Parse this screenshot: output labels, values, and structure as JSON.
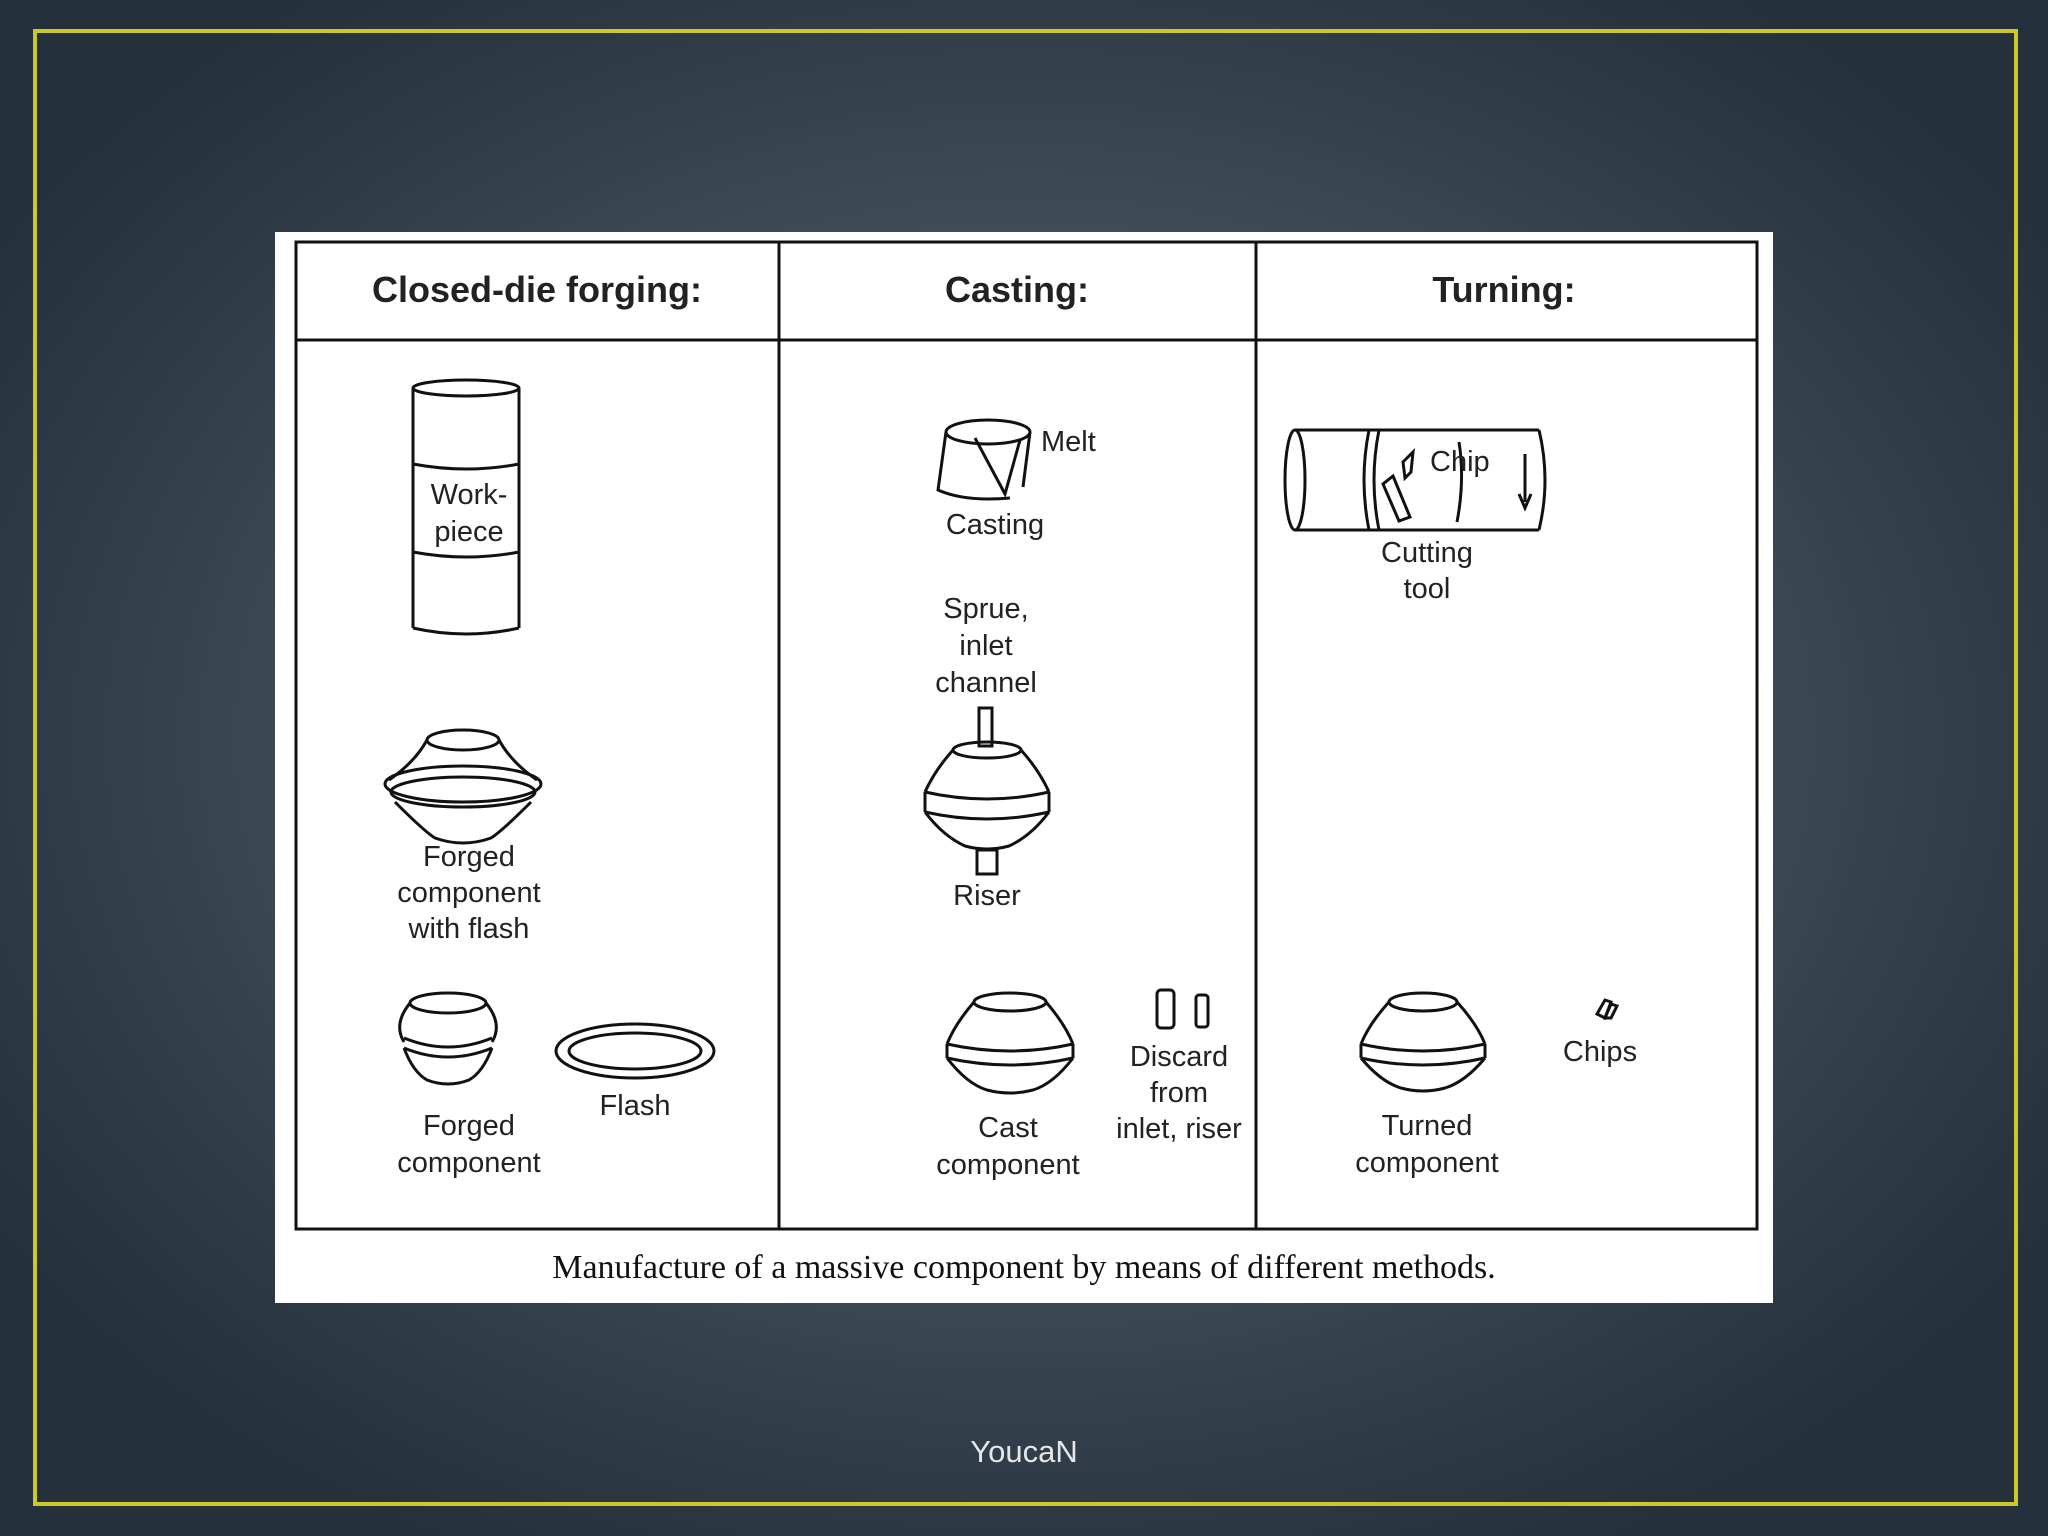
{
  "slide": {
    "footer": "YoucaN",
    "frame_color": "#c9c929"
  },
  "figure": {
    "caption": "Manufacture of a massive component by means of different methods.",
    "columns": [
      {
        "header": "Closed-die forging:",
        "labels": {
          "workpiece": [
            "Work-",
            "piece"
          ],
          "forged_with_flash": [
            "Forged",
            "component",
            "with flash"
          ],
          "forged": [
            "Forged",
            "component"
          ],
          "flash": "Flash"
        }
      },
      {
        "header": "Casting:",
        "labels": {
          "melt": "Melt",
          "casting": "Casting",
          "sprue": [
            "Sprue,",
            "inlet",
            "channel"
          ],
          "riser": "Riser",
          "cast": [
            "Cast",
            "component"
          ],
          "discard": [
            "Discard",
            "from",
            "inlet, riser"
          ]
        }
      },
      {
        "header": "Turning:",
        "labels": {
          "chip": "Chip",
          "cutting_tool": [
            "Cutting",
            "tool"
          ],
          "turned": [
            "Turned",
            "component"
          ],
          "chips": "Chips"
        }
      }
    ]
  }
}
